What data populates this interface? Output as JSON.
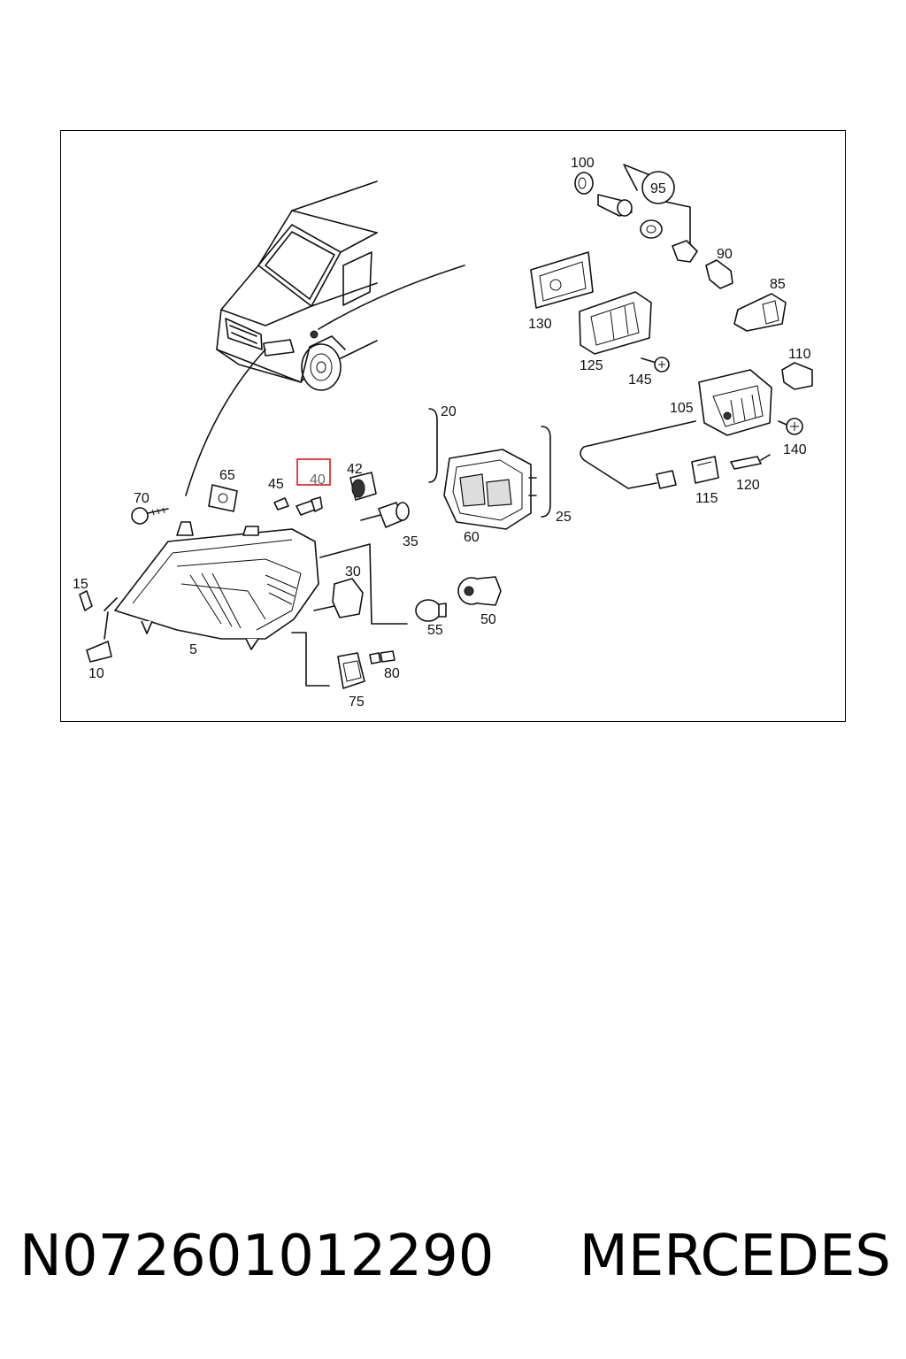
{
  "callouts": {
    "c100": "100",
    "c95": "95",
    "c90": "90",
    "c85": "85",
    "c130": "130",
    "c125": "125",
    "c145": "145",
    "c110": "110",
    "c105": "105",
    "c140": "140",
    "c20": "20",
    "c25": "25",
    "c60": "60",
    "c115": "115",
    "c120": "120",
    "c65": "65",
    "c45": "45",
    "c40": "40",
    "c42": "42",
    "c35": "35",
    "c70": "70",
    "c30": "30",
    "c15": "15",
    "c5": "5",
    "c10": "10",
    "c55": "55",
    "c50": "50",
    "c75": "75",
    "c80": "80"
  },
  "highlight": {
    "part": "40",
    "color": "#e03030"
  },
  "footer": {
    "part_number": "N072601012290",
    "brand": "MERCEDES"
  }
}
